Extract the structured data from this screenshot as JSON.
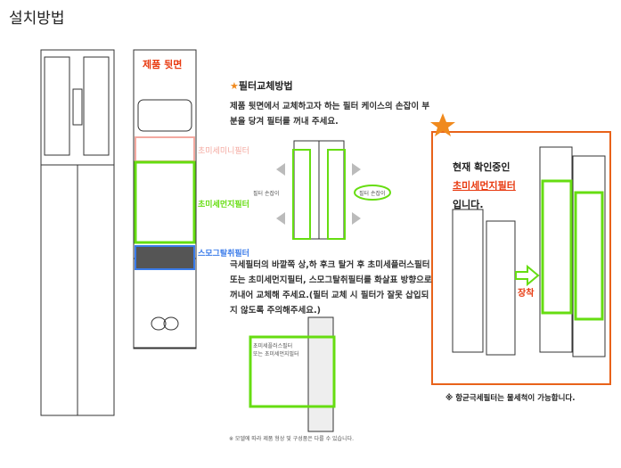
{
  "page_title": "설치방법",
  "back_label": "제품 뒷면",
  "filters": {
    "top": "초미세미니필터",
    "middle": "초미세먼지필터",
    "bottom": "스모그탈취필터"
  },
  "section_title": "필터교체방법",
  "star_icon": "star-icon",
  "step1": [
    "제품 뒷면에서 교체하고자 하는 필터 케이스의 손잡이 부",
    "분을 당겨 필터를 꺼내 주세요."
  ],
  "handle_left": "필터 손잡이",
  "handle_right": "필터 손잡이",
  "step2": [
    "극세필터의 바깥쪽 상,하 후크 탈거 후 초미세플러스필터",
    "또는 초미세먼지필터, 스모그탈취필터를 화살표 방향으로",
    "꺼내어 교체해 주세요.(필터 교체 시 필터가 잘못 삽입되",
    "지 않도록 주의해주세요.)"
  ],
  "hand_label": [
    "초미세플러스필터",
    "또는 초미세먼지필터"
  ],
  "footnote": "※ 모델에 따라 제품 형상 및 구성품은 다를 수 있습니다.",
  "panel": {
    "line1": "현재 확인중인",
    "highlight": "초미세먼지필터",
    "line3": "입니다.",
    "install": "장착",
    "note": "※ 항균극세필터는 물세척이 가능합니다."
  },
  "colors": {
    "green": "#66dd11",
    "orange": "#e8621a",
    "pink": "#f4a9a0",
    "blue": "#3a7bea",
    "red": "#e83a10"
  }
}
